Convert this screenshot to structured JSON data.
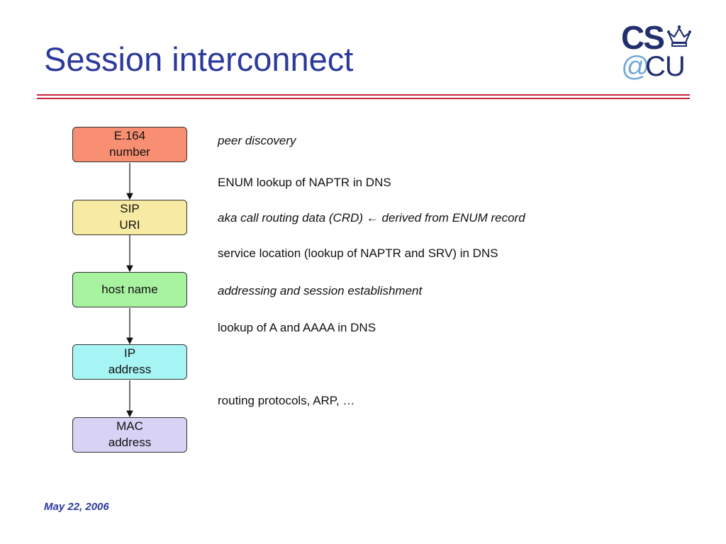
{
  "slide": {
    "title": "Session interconnect",
    "date": "May 22, 2006"
  },
  "logo": {
    "cs_text": "CS",
    "at_text": "@",
    "cu_text": "CU",
    "crown_icon": "crown-icon"
  },
  "colors": {
    "title": "#2b3a9c",
    "rule": "#c8213a",
    "node_e164": "#f98f72",
    "node_sip": "#f7eba3",
    "node_host": "#a8f3a0",
    "node_ip": "#a6f4f4",
    "node_mac": "#d8d2f5"
  },
  "nodes": [
    {
      "id": "e164",
      "line1": "E.164",
      "line2": "number"
    },
    {
      "id": "sip",
      "line1": "SIP",
      "line2": "URI"
    },
    {
      "id": "host",
      "line1": "host name",
      "line2": ""
    },
    {
      "id": "ip",
      "line1": "IP",
      "line2": "address"
    },
    {
      "id": "mac",
      "line1": "MAC",
      "line2": "address"
    }
  ],
  "notes": {
    "peer_discovery": "peer discovery",
    "enum_lookup": "ENUM lookup of NAPTR in DNS",
    "crd_part1": "aka call routing data (CRD) ",
    "crd_arrow": "←",
    "crd_part2": " derived from ENUM record",
    "service_location": "service location (lookup of NAPTR and SRV) in DNS",
    "addressing": "addressing and session establishment",
    "a_lookup": "lookup of A and AAAA in DNS",
    "routing": "routing protocols, ARP, …"
  }
}
